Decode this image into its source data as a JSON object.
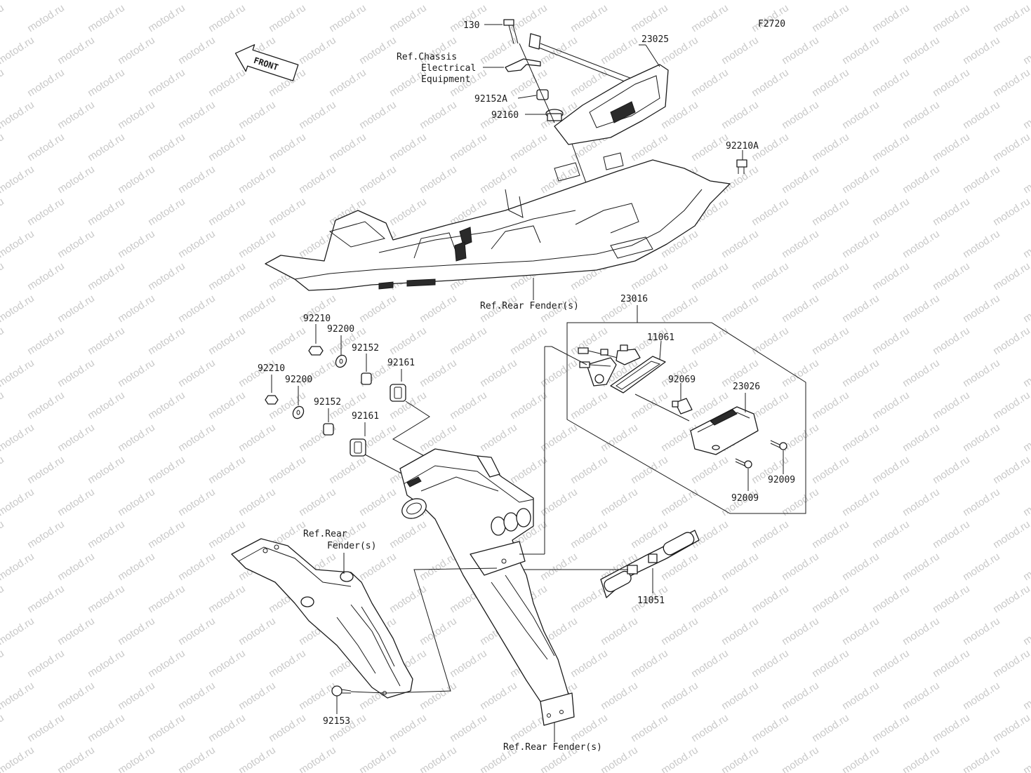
{
  "figure_code": "F2720",
  "watermark_text": "motod.ru",
  "front_arrow_label": "FRONT",
  "labels": {
    "p130": "130",
    "p23025": "23025",
    "ref_chassis_1": "Ref.Chassis",
    "ref_chassis_2": "Electrical",
    "ref_chassis_3": "Equipment",
    "p92152A": "92152A",
    "p92160": "92160",
    "p92210A": "92210A",
    "ref_rear_fender_top": "Ref.Rear Fender(s)",
    "p23016": "23016",
    "p92210_a": "92210",
    "p92200_a": "92200",
    "p92152_a": "92152",
    "p92161_a": "92161",
    "p92210_b": "92210",
    "p92200_b": "92200",
    "p92152_b": "92152",
    "p92161_b": "92161",
    "p11061": "11061",
    "p92069": "92069",
    "p23026": "23026",
    "p92009_a": "92009",
    "p92009_b": "92009",
    "ref_rear_left_1": "Ref.Rear",
    "ref_rear_left_2": "Fender(s)",
    "p11051": "11051",
    "p92153": "92153",
    "ref_rear_fender_bottom": "Ref.Rear Fender(s)"
  }
}
